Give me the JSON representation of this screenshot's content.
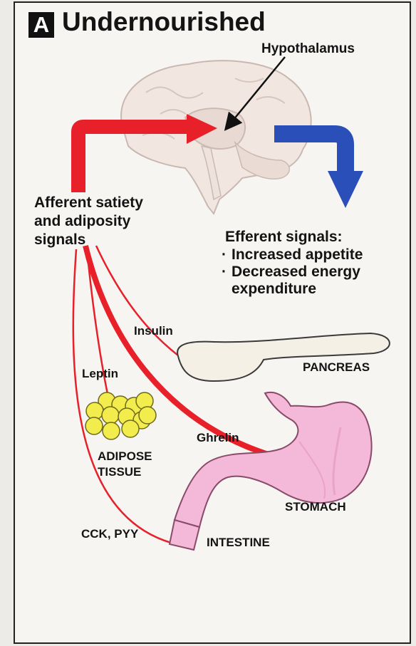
{
  "panel": {
    "letter": "A",
    "title": "Undernourished"
  },
  "labels": {
    "hypothalamus": "Hypothalamus",
    "afferent": [
      "Afferent satiety",
      "and adiposity",
      "signals"
    ],
    "efferent_title": "Efferent signals:",
    "efferent_items": [
      "Increased appetite",
      "Decreased energy",
      "expenditure"
    ],
    "insulin": "Insulin",
    "leptin": "Leptin",
    "ghrelin": "Ghrelin",
    "cck_pyy": "CCK, PYY",
    "pancreas": "PANCREAS",
    "adipose": [
      "ADIPOSE",
      "TISSUE"
    ],
    "stomach": "STOMACH",
    "intestine": "INTESTINE"
  },
  "colors": {
    "afferent_arrow": "#e8202a",
    "efferent_arrow": "#2a4fb8",
    "stomach_fill": "#f4b8d8",
    "fat_cell_fill": "#f2ec4c",
    "brain_fill": "#f1e6e0"
  }
}
